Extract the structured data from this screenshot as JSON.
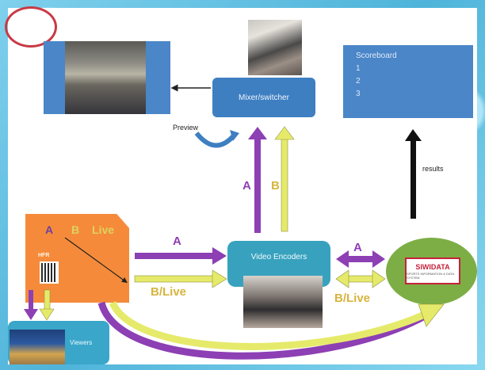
{
  "nodes": {
    "mixer": "Mixer/switcher",
    "scoreboard_title": "Scoreboard",
    "scoreboard_items": [
      "1",
      "2",
      "3"
    ],
    "encoders": "Video Encoders",
    "viewers": "Viewers",
    "field_hfr": "HFR",
    "siwidata": "SIWIDATA",
    "siwidata_sub": "SPORTS INFORMATION & DATA SYSTEM"
  },
  "labels": {
    "preview": "Preview",
    "results": "results",
    "a_up": "A",
    "b_up": "B",
    "a_mid": "A",
    "b_live_mid": "B/Live",
    "a_right": "A",
    "b_live_right": "B/Live",
    "field_a": "A",
    "field_b": "B",
    "field_live": "Live"
  },
  "colors": {
    "purple": "#8d3fb4",
    "yellow": "#e6ea6b",
    "box_blue": "#4a86c8",
    "orange": "#f58b3a",
    "green": "#7dae45"
  }
}
